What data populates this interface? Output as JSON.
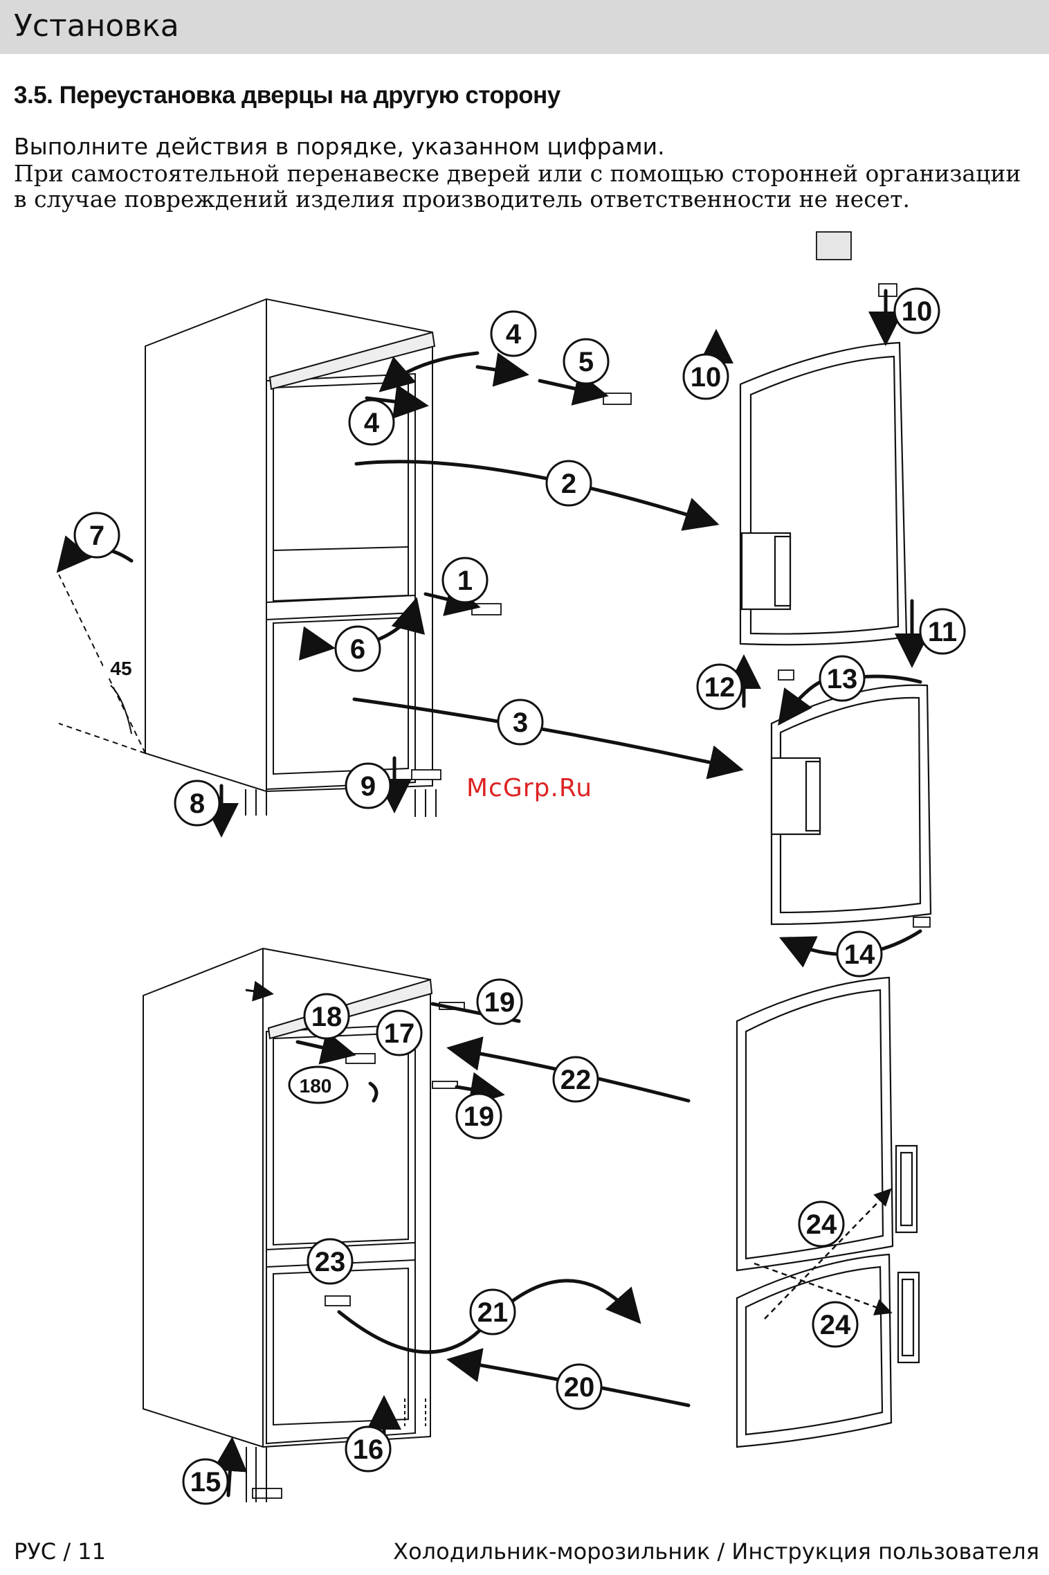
{
  "header": {
    "title": "Установка"
  },
  "section": {
    "title": "3.5. Переустановка дверцы на другую сторону",
    "instruction": "Выполните действия в порядке, указанном цифрами.",
    "warning": "При самостоятельной перенавеске дверей или с помощью сторонней организации в случае повреждений изделия  производитель ответственности не несет."
  },
  "diagram": {
    "watermark": "McGrp.Ru",
    "angle_45": "45",
    "angle_180": "180",
    "step_labels": {
      "s1": "1",
      "s2": "2",
      "s3": "3",
      "s4a": "4",
      "s4b": "4",
      "s5": "5",
      "s6": "6",
      "s7": "7",
      "s8": "8",
      "s9": "9",
      "s10a": "10",
      "s10b": "10",
      "s11": "11",
      "s12": "12",
      "s13": "13",
      "s14": "14",
      "s15": "15",
      "s16": "16",
      "s17": "17",
      "s18": "18",
      "s19a": "19",
      "s19b": "19",
      "s20": "20",
      "s21": "21",
      "s22": "22",
      "s23": "23",
      "s24a": "24",
      "s24b": "24"
    }
  },
  "footer": {
    "page": "РУС / 11",
    "doc": "Холодильник-морозильник / Инструкция пользователя"
  }
}
